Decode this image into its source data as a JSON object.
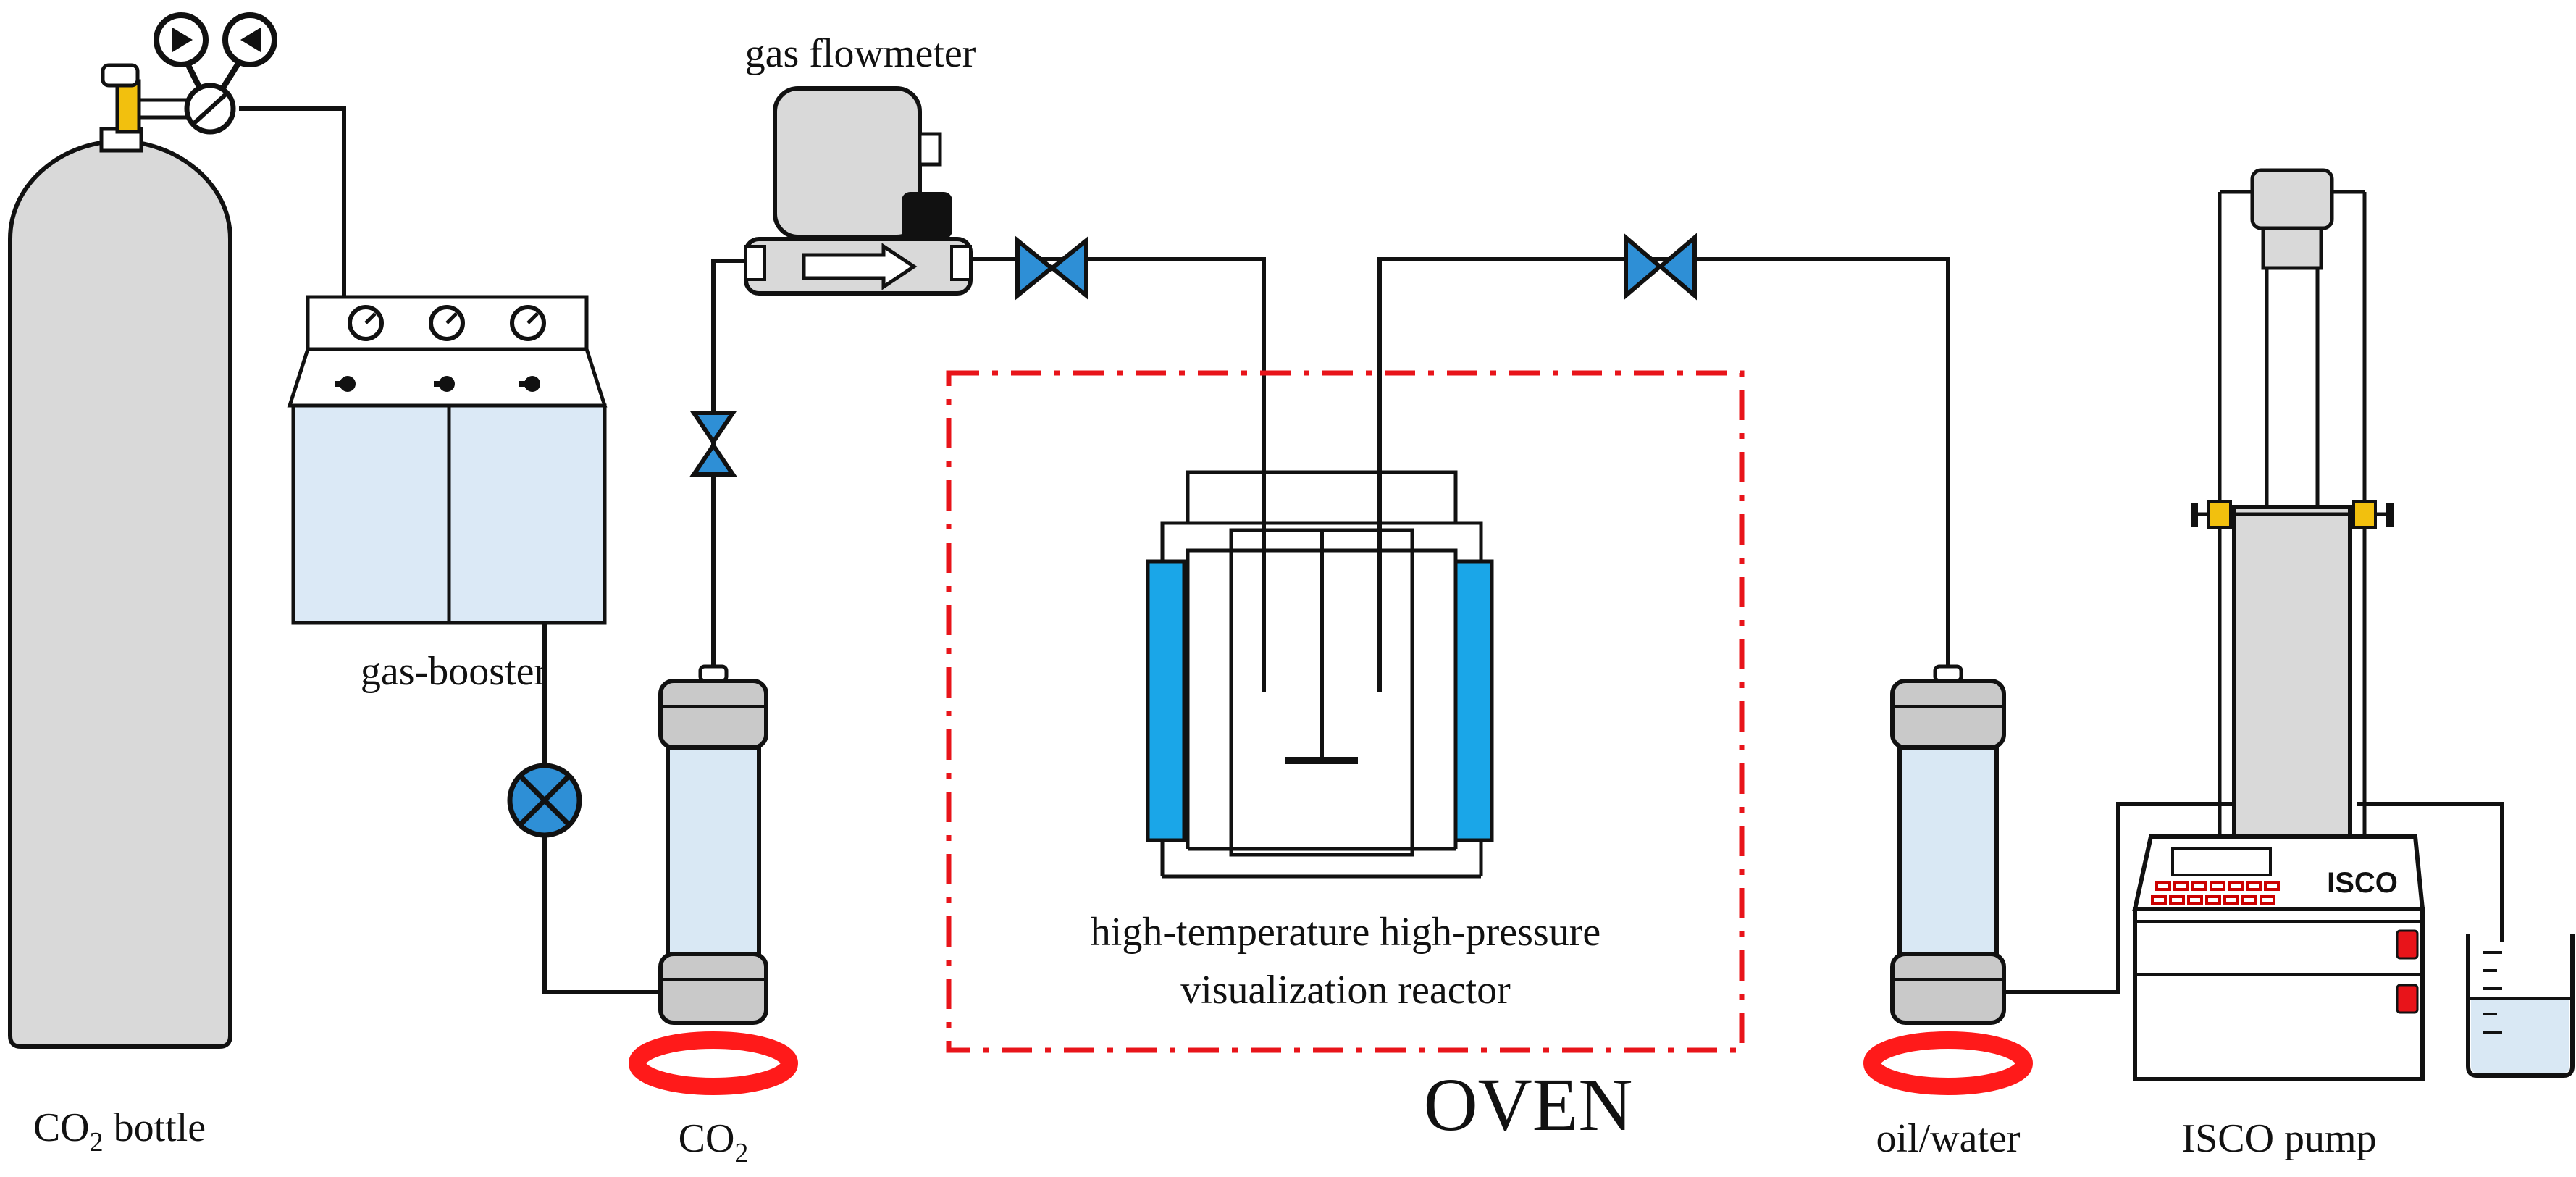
{
  "labels": {
    "co2_bottle_main": "CO",
    "co2_bottle_sub": "2",
    "co2_bottle_rest": " bottle",
    "gas_booster": "gas-booster",
    "gas_flowmeter": "gas flowmeter",
    "co2_cyl_main": "CO",
    "co2_cyl_sub": "2",
    "reactor_line1": "high-temperature high-pressure",
    "reactor_line2": "visualization reactor",
    "oven": "OVEN",
    "oil_water": "oil/water",
    "isco_pump": "ISCO pump",
    "isco_panel": "ISCO"
  },
  "colors": {
    "line": "#111111",
    "valve_blue": "#2e8fd6",
    "heater_blue": "#1aa6e8",
    "glass": "#d9e8f4",
    "oven_border": "#e8141a",
    "burner_red": "#ff1a1a",
    "gauge_gold": "#f2c00e",
    "metal_gray": "#c9c9c9",
    "device_gray": "#d9d9d9"
  }
}
